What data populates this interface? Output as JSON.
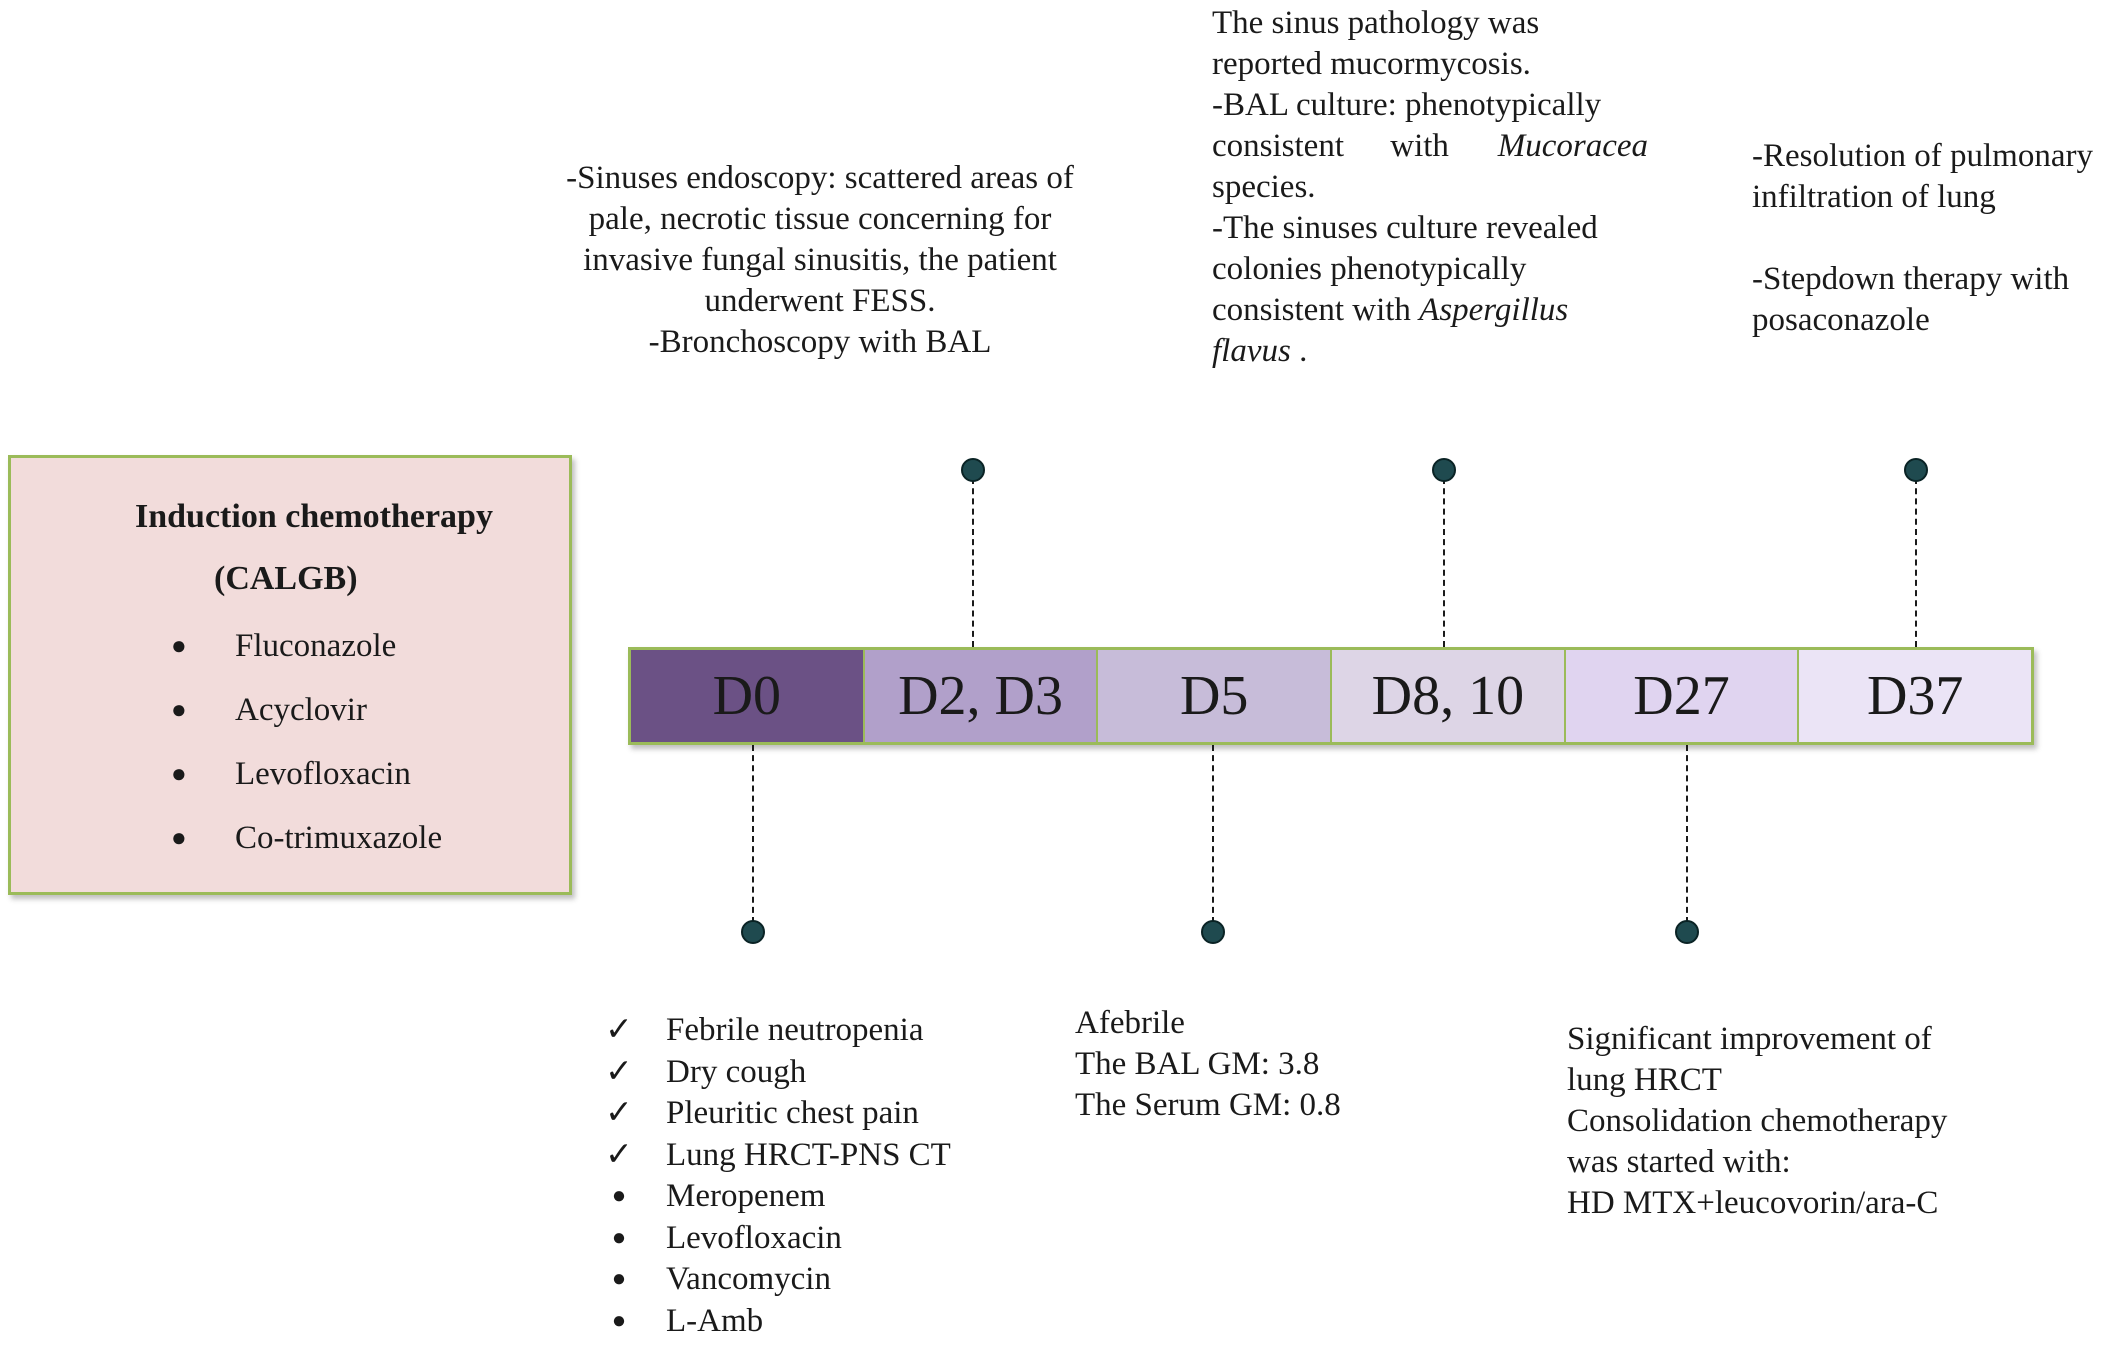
{
  "induction": {
    "title_line1": "Induction chemotherapy",
    "title_line2": "(CALGB)",
    "drugs": [
      "Fluconazole",
      "Acyclovir",
      "Levofloxacin",
      "Co-trimuxazole"
    ]
  },
  "timeline": {
    "segments": [
      {
        "label": "D0",
        "color": "#6b5185"
      },
      {
        "label": "D2, D3",
        "color": "#b1a0ca"
      },
      {
        "label": "D5",
        "color": "#c7bcd9"
      },
      {
        "label": "D8, 10",
        "color": "#ddd5e6"
      },
      {
        "label": "D27",
        "color": "#e0d4f0"
      },
      {
        "label": "D37",
        "color": "#ebe4f6"
      }
    ]
  },
  "events": {
    "d2_d3": {
      "lines": [
        "-Sinuses endoscopy: scattered areas of",
        "pale, necrotic tissue concerning for",
        "invasive fungal sinusitis, the patient",
        "underwent FESS.",
        "-Bronchoscopy with BAL"
      ]
    },
    "d8_10": {
      "l1": "The sinus pathology was",
      "l2": "reported mucormycosis.",
      "l3": "-BAL culture: phenotypically",
      "l4a": "consistent with",
      "l4b": "Mucoracea",
      "l5": "species.",
      "l6": "-The sinuses culture revealed",
      "l7": "colonies phenotypically",
      "l8a": "consistent with",
      "l8b": "Aspergillus",
      "l9a": "flavus",
      "l9b": "."
    },
    "d37": {
      "lines": [
        "-Resolution of pulmonary",
        "infiltration of lung",
        "",
        "-Stepdown therapy with",
        "posaconazole"
      ]
    },
    "d0": {
      "items": [
        {
          "mark": "✓",
          "text": "Febrile neutropenia"
        },
        {
          "mark": "✓",
          "text": "Dry cough"
        },
        {
          "mark": "✓",
          "text": "Pleuritic chest pain"
        },
        {
          "mark": "✓",
          "text": "Lung HRCT-PNS CT"
        },
        {
          "mark": "●",
          "text": "Meropenem"
        },
        {
          "mark": "●",
          "text": "Levofloxacin"
        },
        {
          "mark": "●",
          "text": "Vancomycin"
        },
        {
          "mark": "●",
          "text": "L-Amb"
        }
      ]
    },
    "d5": {
      "lines": [
        "Afebrile",
        "The BAL GM: 3.8",
        "The Serum GM: 0.8"
      ]
    },
    "d27": {
      "lines": [
        "Significant improvement of",
        "lung HRCT",
        "Consolidation chemotherapy",
        "was started with:",
        "HD MTX+leucovorin/ara-C"
      ]
    }
  }
}
